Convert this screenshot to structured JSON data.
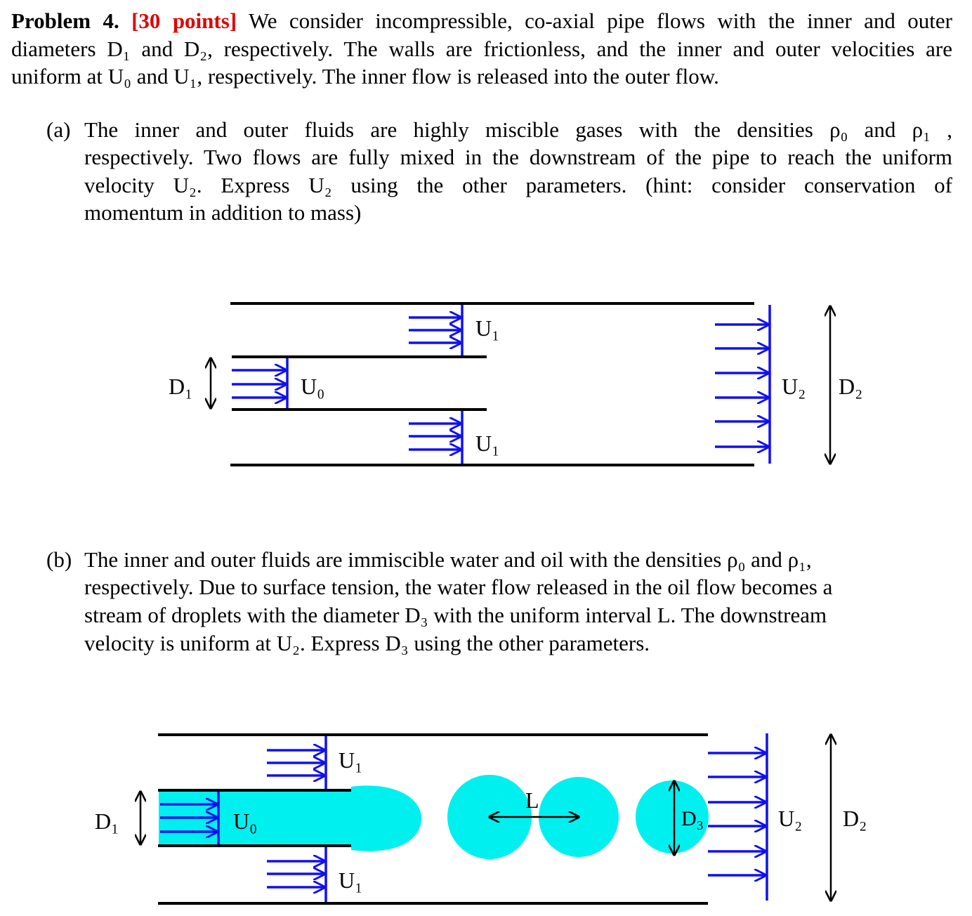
{
  "problem": {
    "label": "Problem 4.",
    "points": "[30 points]",
    "lines": [
      "We consider incompressible, co-axial pipe flows with the inner and outer",
      "diameters D₁ and D₂, respectively. The walls are frictionless, and the inner and outer velocities are",
      "uniform at U₀ and U₁, respectively. The inner flow is released into the outer flow."
    ]
  },
  "part_a": {
    "marker": "(a)",
    "lines": [
      "The inner and outer fluids are highly miscible gases with the densities ρ₀ and ρ₁ ,",
      "respectively. Two flows are fully mixed in the downstream of the pipe to reach the uniform",
      "velocity U₂. Express U₂ using the other parameters. (hint: consider conservation of",
      "momentum in addition to mass)"
    ]
  },
  "part_b": {
    "marker": "(b)",
    "lines": [
      "The inner and outer fluids are immiscible water and oil with the densities ρ₀ and ρ₁,",
      "respectively. Due to surface tension, the water flow released in the oil flow becomes a",
      "stream of droplets with the diameter D₃ with the uniform interval L. The downstream",
      "velocity is uniform at U₂. Express D₃ using the other parameters."
    ]
  },
  "figure_a": {
    "labels": {
      "d1": "D₁",
      "u0": "U₀",
      "u1_top": "U₁",
      "u1_bottom": "U₁",
      "u2": "U₂",
      "d2": "D₂"
    }
  },
  "figure_b": {
    "labels": {
      "d1": "D₁",
      "u0": "U₀",
      "u1_top": "U₁",
      "u1_bottom": "U₁",
      "l": "L",
      "d3": "D₃",
      "u2": "U₂",
      "d2": "D₂"
    }
  },
  "colors": {
    "accent": "#e00000",
    "arrow": "#1010f0",
    "water": "#00f0f0"
  }
}
